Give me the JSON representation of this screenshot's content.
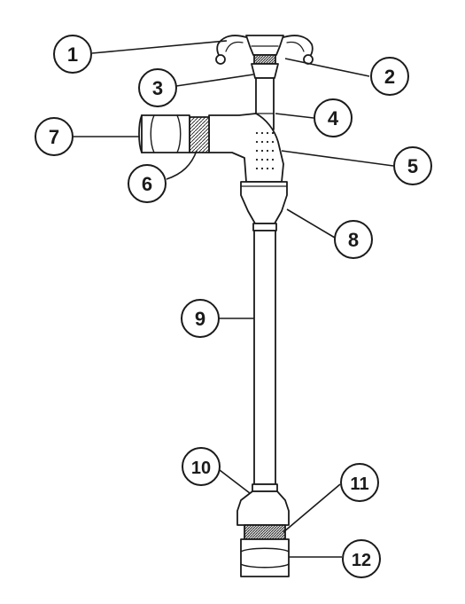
{
  "diagram": {
    "callouts": [
      {
        "id": "1",
        "label": "1"
      },
      {
        "id": "2",
        "label": "2"
      },
      {
        "id": "3",
        "label": "3"
      },
      {
        "id": "4",
        "label": "4"
      },
      {
        "id": "5",
        "label": "5"
      },
      {
        "id": "6",
        "label": "6"
      },
      {
        "id": "7",
        "label": "7"
      },
      {
        "id": "8",
        "label": "8"
      },
      {
        "id": "9",
        "label": "9"
      },
      {
        "id": "10",
        "label": "10"
      },
      {
        "id": "11",
        "label": "11"
      },
      {
        "id": "12",
        "label": "12"
      }
    ],
    "colors": {
      "line": "#1a1a1a",
      "fill": "#ffffff",
      "background": "#ffffff"
    }
  }
}
